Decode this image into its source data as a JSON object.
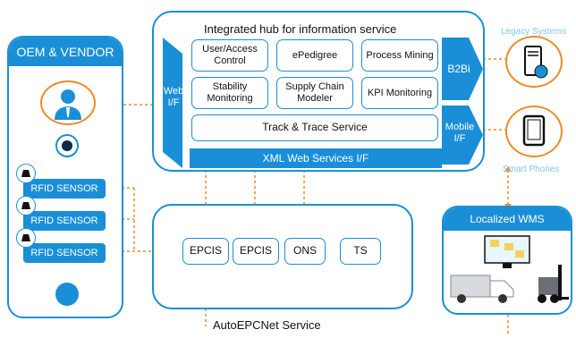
{
  "hub": {
    "title": "Integrated hub for information service",
    "web_if": "Web\nI/F",
    "services": [
      "User/Access Control",
      "ePedigree",
      "Process Mining",
      "Stability Monitoring",
      "Supply Chain Modeler",
      "KPI Monitoring"
    ],
    "track_trace": "Track & Trace Service",
    "xml": "XML Web Services I/F",
    "b2bi": "B2Bi",
    "mobile_if": "Mobile\nI/F"
  },
  "oem": {
    "title": "OEM & VENDOR",
    "sensors": [
      "RFID SENSOR",
      "RFID SENSOR",
      "RFID SENSOR"
    ]
  },
  "autoepcnet": {
    "title": "AutoEPCNet Service",
    "boxes": [
      "EPCIS",
      "EPCIS",
      "ONS",
      "TS"
    ]
  },
  "wms": {
    "title": "Localized WMS"
  },
  "legacy": {
    "label": "Legacy Systems"
  },
  "phones": {
    "label": "Smart Phones"
  },
  "colors": {
    "primary": "#1a8fd8",
    "accent": "#f08a24",
    "light": "#7fc8ee",
    "pale": "#e8f6fd"
  }
}
